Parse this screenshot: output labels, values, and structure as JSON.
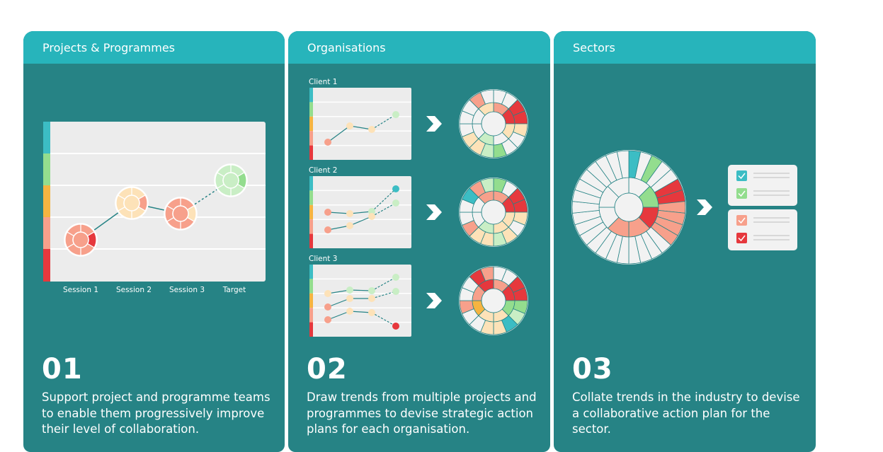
{
  "panels": [
    {
      "title": "Projects & Programmes",
      "number": "01",
      "description": "Support project and programme teams to enable them progressively improve their level of collaboration."
    },
    {
      "title": "Organisations",
      "number": "02",
      "description": "Draw trends from multiple projects and programmes to devise strategic action plans for each organisation."
    },
    {
      "title": "Sectors",
      "number": "03",
      "description": "Collate trends in the industry to devise a collaborative action plan for the sector."
    }
  ],
  "sessions_chart": {
    "x_labels": [
      "Session 1",
      "Session 2",
      "Session 3",
      "Target"
    ]
  },
  "clients": [
    "Client 1",
    "Client 2",
    "Client 3"
  ],
  "colors": {
    "teal_header": "#27b4bb",
    "panel_bg": "#268385",
    "teal": "#3cbdc4",
    "green": "#93dd8e",
    "orange": "#f5b441",
    "salmon": "#f7a08b",
    "red": "#e6383d",
    "peach": "#fde2b8",
    "light_green": "#c9eec5"
  },
  "checklist": [
    {
      "color": "teal",
      "checked": true
    },
    {
      "color": "green",
      "checked": true
    },
    {
      "color": "salmon",
      "checked": true
    },
    {
      "color": "red",
      "checked": true
    }
  ]
}
